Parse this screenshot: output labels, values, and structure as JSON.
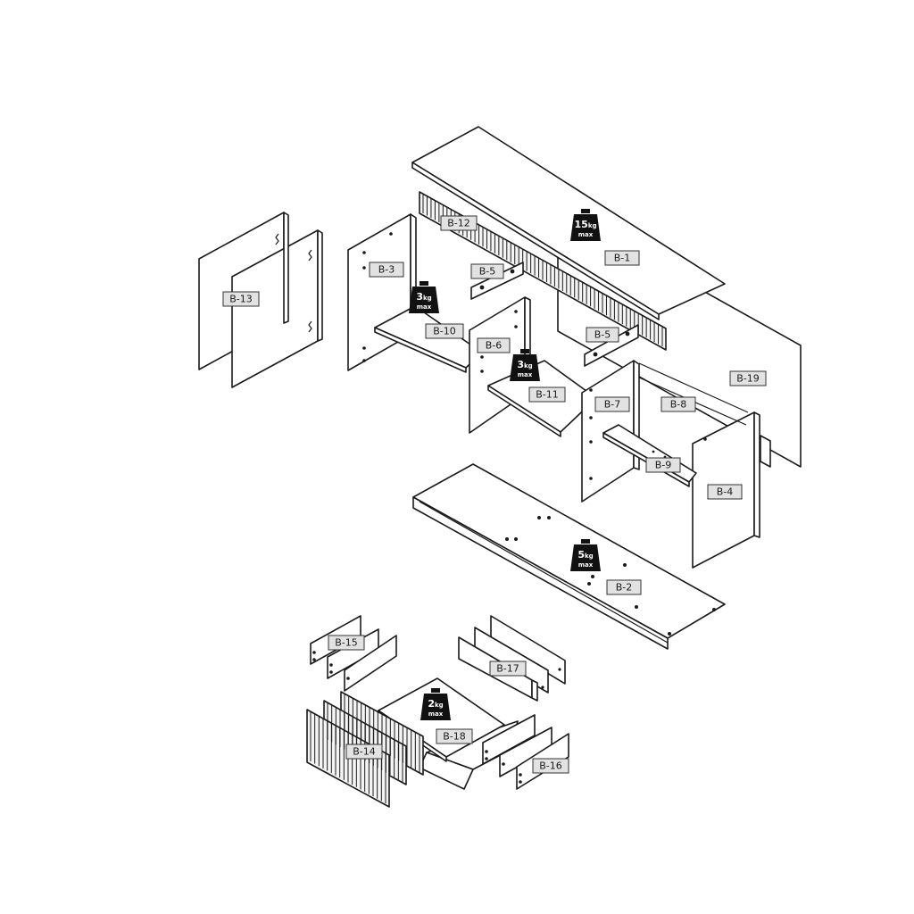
{
  "labels": {
    "b1": "B-1",
    "b2": "B-2",
    "b3": "B-3",
    "b4": "B-4",
    "b5a": "B-5",
    "b5b": "B-5",
    "b6": "B-6",
    "b7": "B-7",
    "b8": "B-8",
    "b9": "B-9",
    "b10": "B-10",
    "b11": "B-11",
    "b12": "B-12",
    "b13": "B-13",
    "b14": "B-14",
    "b15": "B-15",
    "b16": "B-16",
    "b17": "B-17",
    "b18": "B-18",
    "b19": "B-19"
  },
  "weights": {
    "top": {
      "value": "15",
      "unit": "kg",
      "note": "max"
    },
    "shelf_left": {
      "value": "3",
      "unit": "kg",
      "note": "max"
    },
    "shelf_mid": {
      "value": "3",
      "unit": "kg",
      "note": "max"
    },
    "bottom": {
      "value": "5",
      "unit": "kg",
      "note": "max"
    },
    "drawer": {
      "value": "2",
      "unit": "kg",
      "note": "max"
    }
  }
}
